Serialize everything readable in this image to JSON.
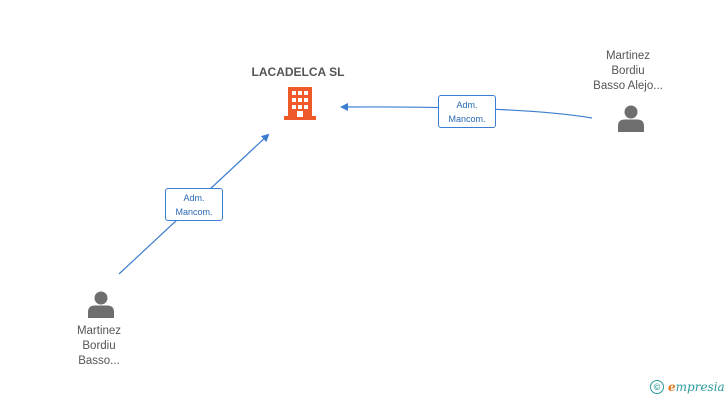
{
  "company": {
    "name": "LACADELCA SL",
    "icon": "building-icon",
    "color": "#f05a28"
  },
  "edges": [
    {
      "label_line1": "Adm.",
      "label_line2": "Mancom."
    },
    {
      "label_line1": "Adm.",
      "label_line2": "Mancom."
    }
  ],
  "persons": [
    {
      "icon": "person-icon",
      "name_lines": [
        "Martinez",
        "Bordiu",
        "Basso Alejo..."
      ]
    },
    {
      "icon": "person-icon",
      "name_lines": [
        "Martinez",
        "Bordiu",
        "Basso..."
      ]
    }
  ],
  "colors": {
    "edge": "#3b7dd0",
    "person": "#6e6e6e",
    "text": "#555555"
  },
  "brand": {
    "copyright_symbol": "©",
    "name_first_letter": "e",
    "name_rest": "mpresia"
  }
}
